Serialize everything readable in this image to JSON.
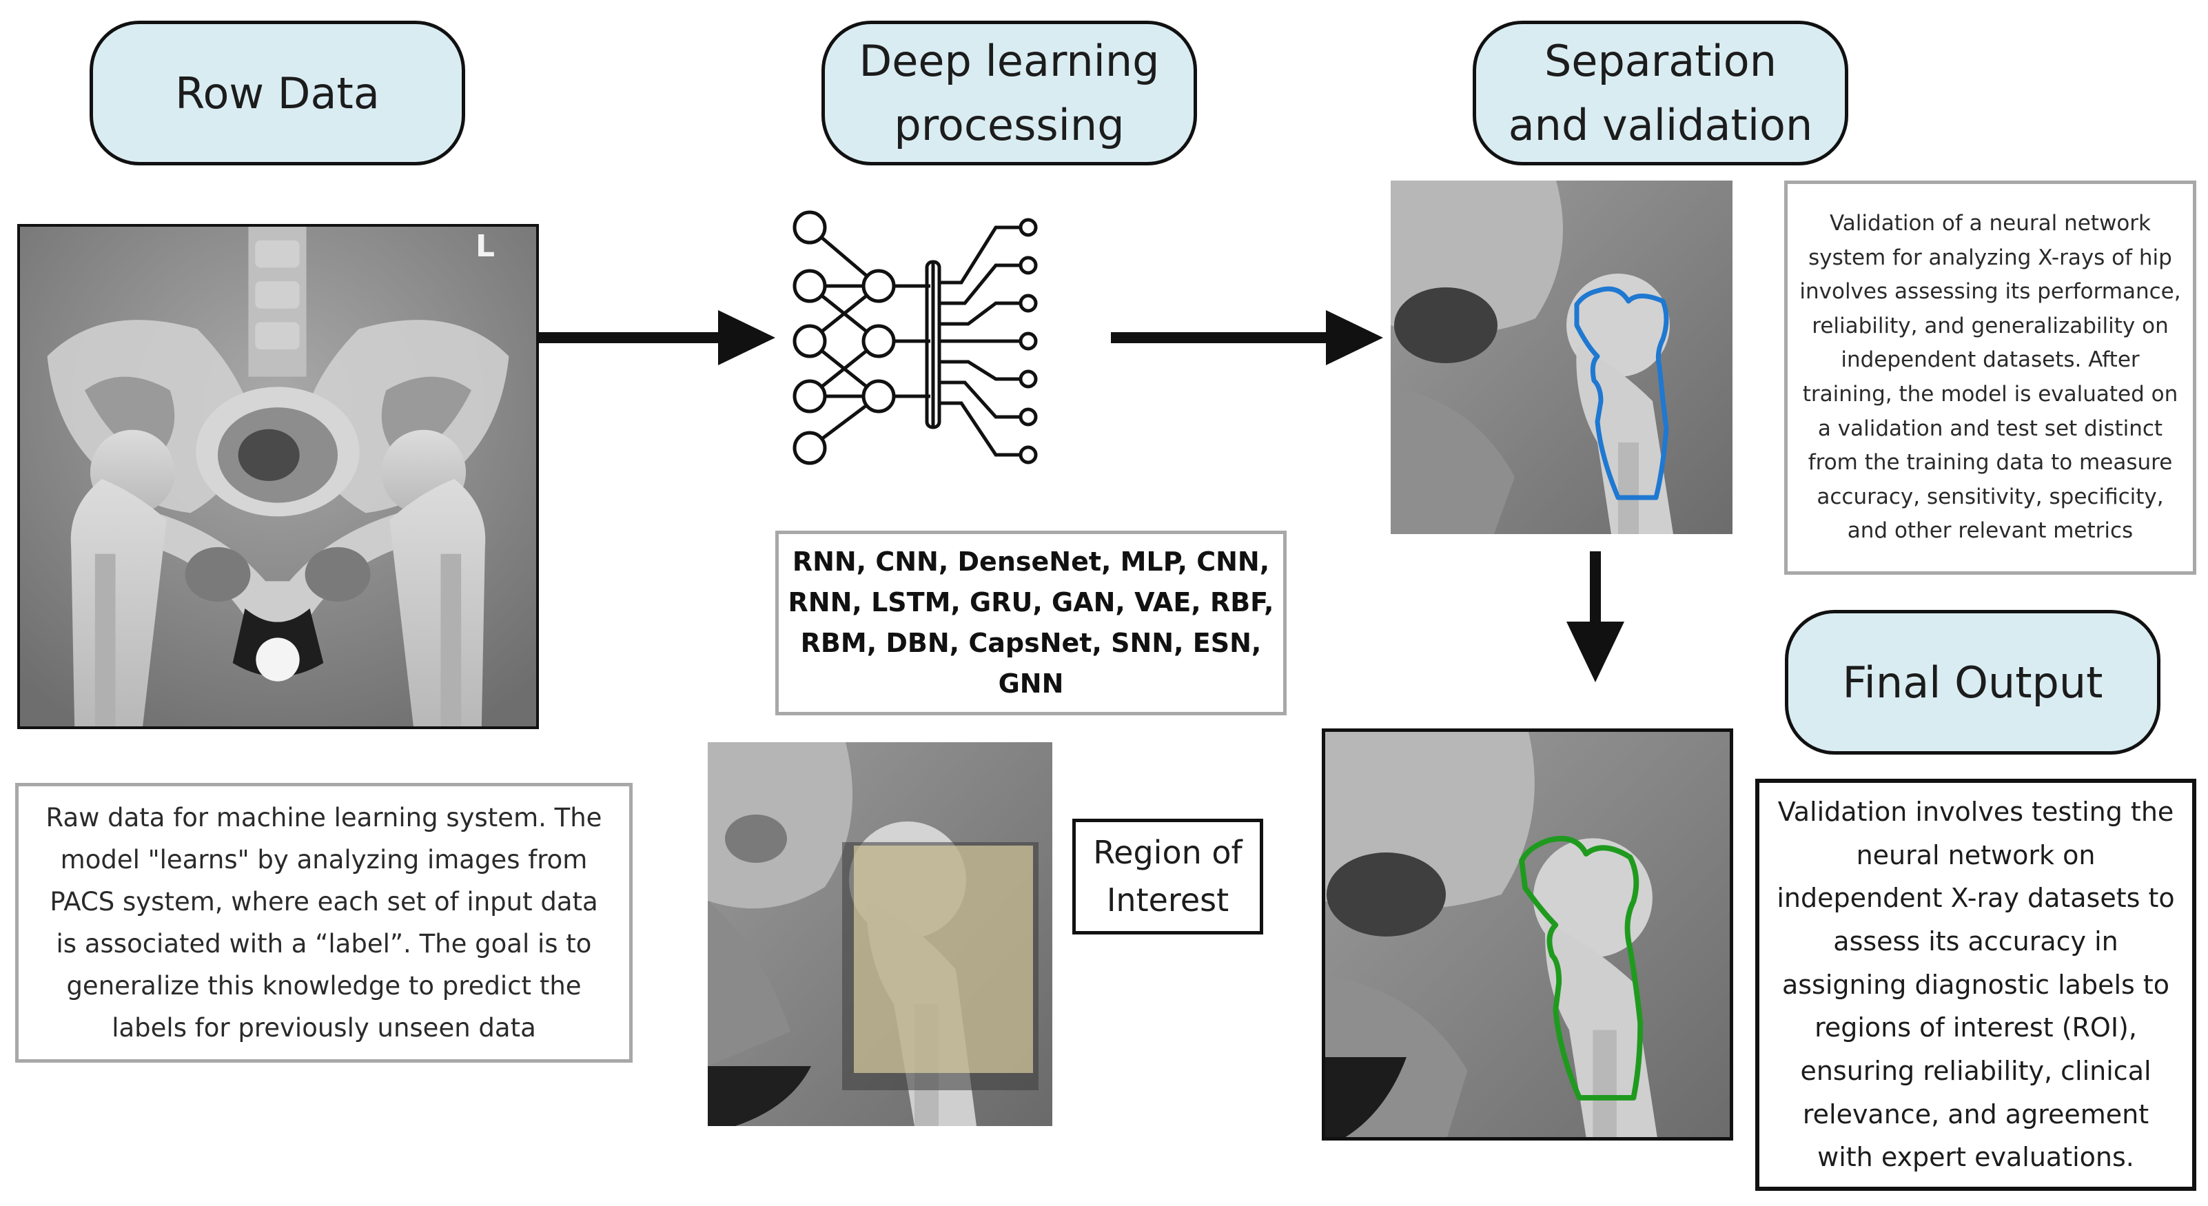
{
  "stages": {
    "raw": "Row Data",
    "deep": "Deep learning\nprocessing",
    "separation": "Separation\nand validation",
    "final": "Final Output"
  },
  "xray_marker": "L",
  "raw_description": "Raw data for machine learning system. The model \"learns\" by analyzing images from PACS system, where each set of input data is associated with a “label”. The goal is to generalize this knowledge to predict the labels for previously unseen data",
  "algorithms": "RNN, CNN, DenseNet, MLP, CNN,\nRNN, LSTM, GRU, GAN, VAE, RBF,\nRBM, DBN, CapsNet, SNN, ESN, GNN",
  "roi_label": "Region of\nInterest",
  "validation_description": "Validation of a neural network system for analyzing X-rays of hip involves assessing its performance, reliability, and generalizability on independent datasets. After training, the model is evaluated on a validation and test set distinct from the training data to measure accuracy, sensitivity, specificity, and other relevant metrics",
  "final_description": "Validation involves testing the neural network on independent X-ray datasets to assess its accuracy in assigning diagnostic labels to regions of interest (ROI), ensuring reliability, clinical relevance, and agreement with expert evaluations.",
  "colors": {
    "pill_fill": "#d9ecf2",
    "roi_highlight": "#e9dca8",
    "validation_outline": "#1f78d1",
    "final_outline": "#1f9a1f"
  }
}
